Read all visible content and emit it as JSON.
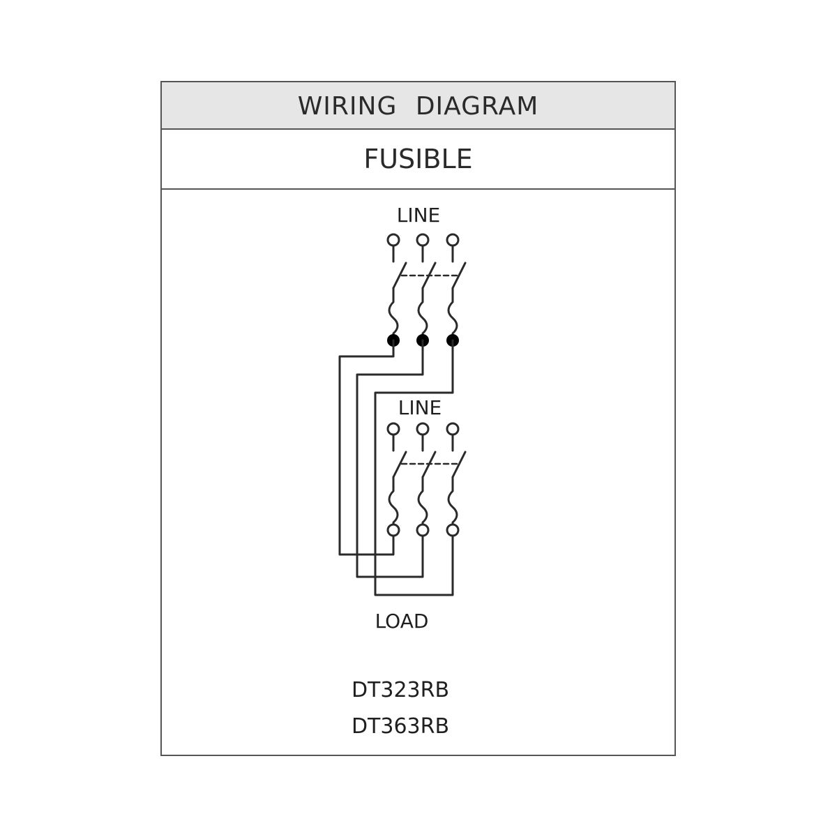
{
  "diagram": {
    "title": "WIRING  DIAGRAM",
    "subtitle": "FUSIBLE",
    "upper_switch_label": "LINE",
    "lower_switch_label": "LINE",
    "load_label": "LOAD",
    "models": [
      "DT323RB",
      "DT363RB"
    ],
    "colors": {
      "line": "#2a2a2a",
      "frame": "#555555",
      "header_fill": "#e6e6e6"
    }
  }
}
